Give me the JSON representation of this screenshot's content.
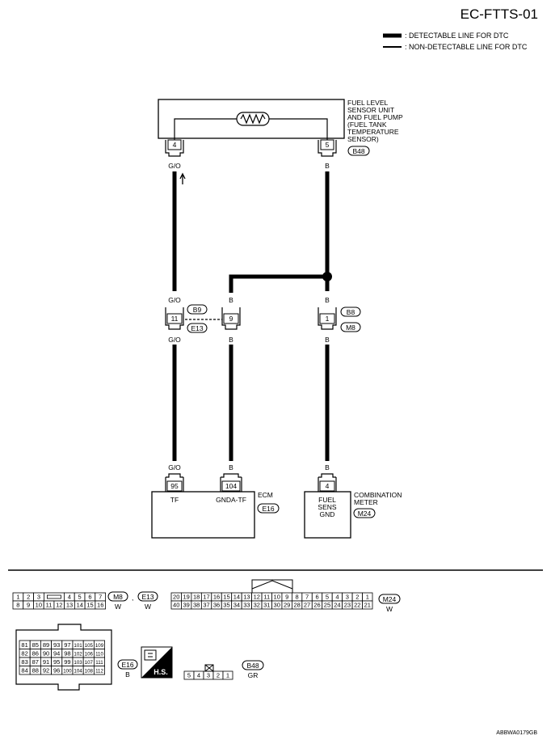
{
  "header": {
    "title": "EC-FTTS-01",
    "legend": [
      {
        "label": ": DETECTABLE LINE FOR DTC"
      },
      {
        "label": ": NON-DETECTABLE LINE FOR DTC"
      }
    ]
  },
  "components": {
    "sensor_unit": {
      "lines": [
        "FUEL LEVEL",
        "SENSOR UNIT",
        "AND FUEL PUMP",
        "(FUEL TANK",
        "TEMPERATURE",
        "SENSOR)"
      ],
      "connector": "B48",
      "pins": [
        "4",
        "5"
      ]
    },
    "ecm": {
      "name": "ECM",
      "connector": "E16",
      "pins": [
        "95",
        "104"
      ],
      "pin_labels": [
        "TF",
        "GNDA-TF"
      ]
    },
    "combination_meter": {
      "lines": [
        "COMBINATION",
        "METER"
      ],
      "connector": "M24",
      "pin": "4",
      "pin_label_lines": [
        "FUEL",
        "SENS",
        "GND"
      ]
    }
  },
  "junctions": {
    "b9_e13": {
      "top": "B9",
      "bottom": "E13",
      "pins": [
        "11",
        "9"
      ]
    },
    "b8_m8": {
      "top": "B8",
      "bottom": "M8",
      "pin": "1"
    }
  },
  "wire_colors": {
    "go": "G/O",
    "b": "B"
  },
  "connector_views": {
    "m8_e13": {
      "row1": [
        "1",
        "2",
        "3",
        "",
        "4",
        "5",
        "6",
        "7"
      ],
      "row2": [
        "8",
        "9",
        "10",
        "11",
        "12",
        "13",
        "14",
        "15",
        "16"
      ],
      "tags": [
        "M8",
        "E13"
      ],
      "separator": ",",
      "colors": [
        "W",
        "W"
      ]
    },
    "m24": {
      "row1": [
        "20",
        "19",
        "18",
        "17",
        "16",
        "15",
        "14",
        "13",
        "12",
        "11",
        "10",
        "9",
        "8",
        "7",
        "6",
        "5",
        "4",
        "3",
        "2",
        "1"
      ],
      "row2": [
        "40",
        "39",
        "38",
        "37",
        "36",
        "35",
        "34",
        "33",
        "32",
        "31",
        "30",
        "29",
        "28",
        "27",
        "26",
        "25",
        "24",
        "23",
        "22",
        "21"
      ],
      "tag": "M24",
      "color": "W"
    },
    "e16": {
      "rows": [
        [
          "81",
          "85",
          "89",
          "93",
          "97",
          "101",
          "105",
          "109"
        ],
        [
          "82",
          "86",
          "90",
          "94",
          "98",
          "102",
          "106",
          "110"
        ],
        [
          "83",
          "87",
          "91",
          "95",
          "99",
          "103",
          "107",
          "111"
        ],
        [
          "84",
          "88",
          "92",
          "96",
          "100",
          "104",
          "108",
          "112"
        ]
      ],
      "tag": "E16",
      "color": "B",
      "badge": "H.S."
    },
    "b48": {
      "pins": [
        "5",
        "4",
        "3",
        "2",
        "1"
      ],
      "tag": "B48",
      "color": "GR"
    }
  },
  "footer": {
    "code": "ABBWA0179GB"
  }
}
